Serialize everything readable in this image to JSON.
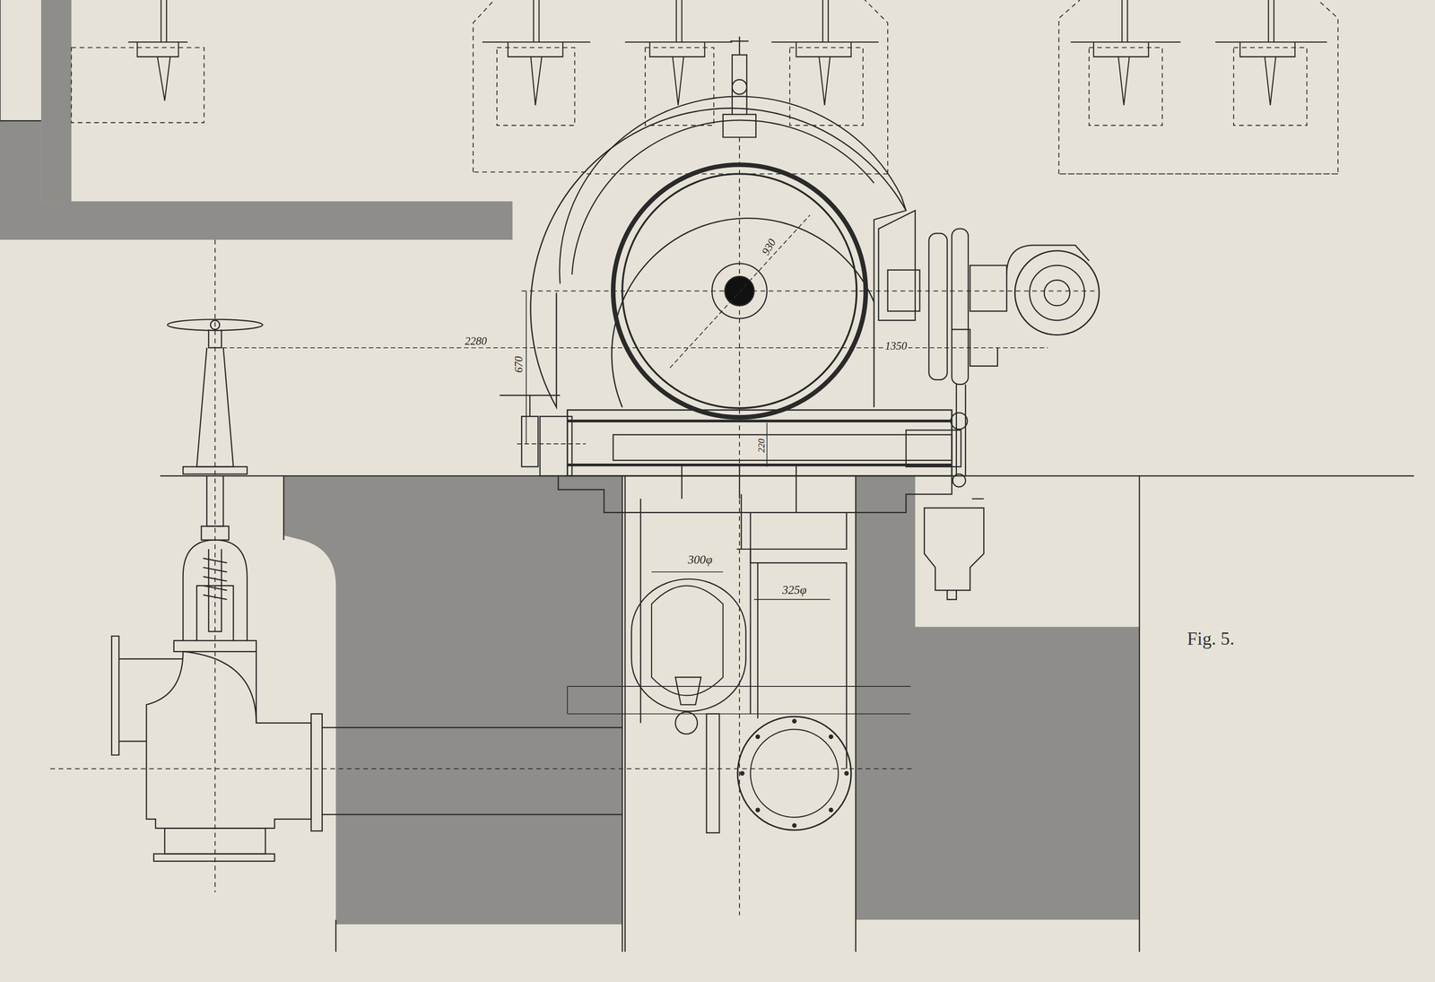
{
  "diagram": {
    "caption": "Fig. 5.",
    "labels": [
      "930",
      "2280",
      "670",
      "1350",
      "220",
      "300φ",
      "325φ"
    ]
  }
}
